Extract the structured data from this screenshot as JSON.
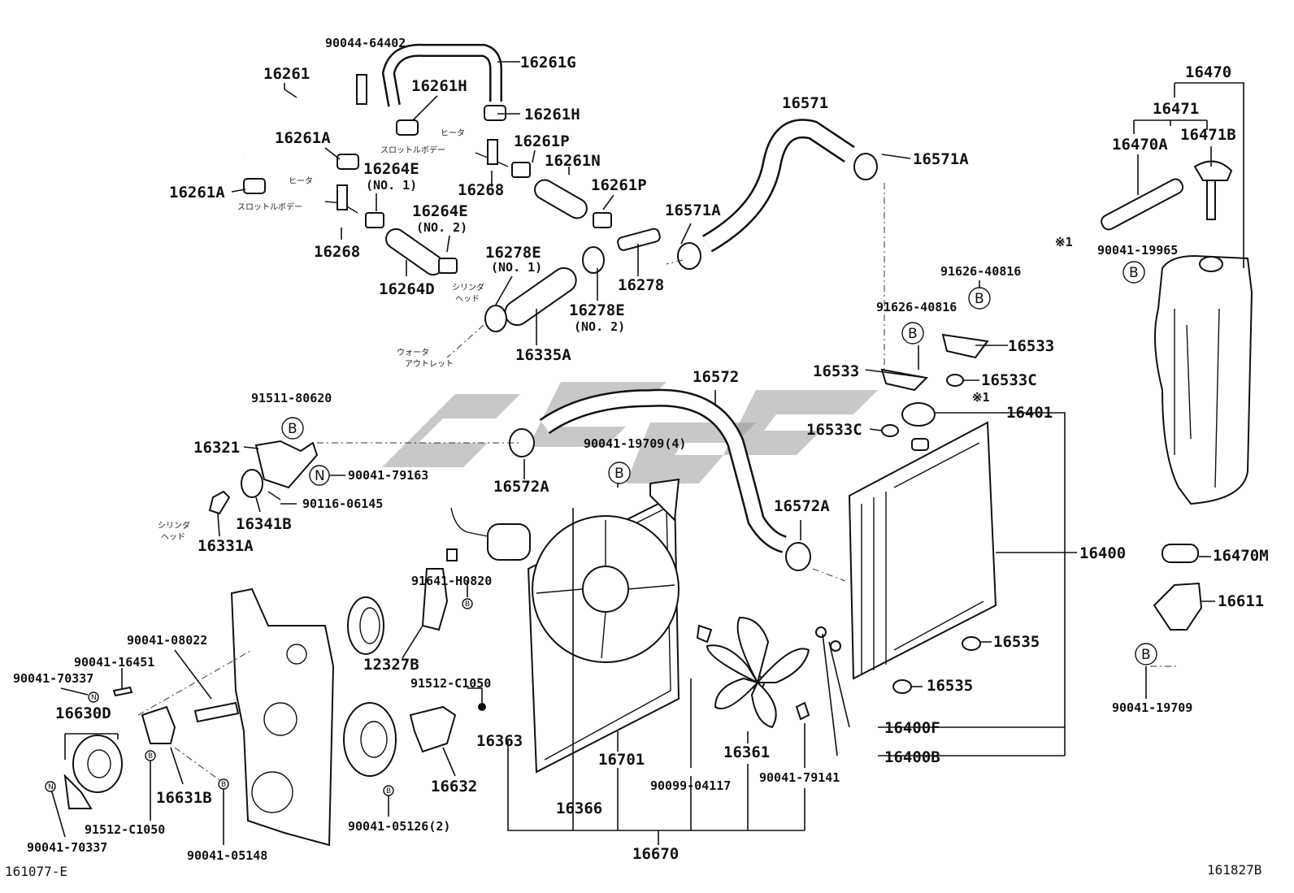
{
  "labels": {
    "p90044_64402": "90044-64402",
    "p16261G": "16261G",
    "p16261": "16261",
    "p16261H_a": "16261H",
    "p16261H_b": "16261H",
    "p16261A_a": "16261A",
    "p16261A_b": "16261A",
    "p16264E_1": "16264E",
    "no1_a": "(NO. 1)",
    "p16264E_2": "16264E",
    "no2_a": "(NO. 2)",
    "p16268_a": "16268",
    "p16268_b": "16268",
    "p16261P_a": "16261P",
    "p16261P_b": "16261P",
    "p16261N": "16261N",
    "p16264D": "16264D",
    "p16278E_1": "16278E",
    "no1_b": "(NO. 1)",
    "p16278E_2": "16278E",
    "no2_b": "(NO. 2)",
    "p16278": "16278",
    "p16335A": "16335A",
    "p16571": "16571",
    "p16571A_a": "16571A",
    "p16571A_b": "16571A",
    "p16470": "16470",
    "p16471": "16471",
    "p16470A": "16470A",
    "p16471B": "16471B",
    "p90041_19965": "90041-19965",
    "note1_a": "※1",
    "p91626_40816_a": "91626-40816",
    "p91626_40816_b": "91626-40816",
    "p16533_a": "16533",
    "p16533_b": "16533",
    "p16533C_a": "16533C",
    "p16533C_b": "16533C",
    "note1_b": "※1",
    "p16401": "16401",
    "p16572": "16572",
    "p16572A_a": "16572A",
    "p16572A_b": "16572A",
    "p90041_19709_4": "90041-19709(4)",
    "p91511_80620": "91511-80620",
    "p16321": "16321",
    "p90041_79163": "90041-79163",
    "p90116_06145": "90116-06145",
    "p16341B": "16341B",
    "p16331A": "16331A",
    "p16400": "16400",
    "p16470M": "16470M",
    "p16611": "16611",
    "p91641_H0820": "91641-H0820",
    "p12327B": "12327B",
    "p91512_C1050_a": "91512-C1050",
    "p16535_a": "16535",
    "p16535_b": "16535",
    "p90041_19709": "90041-19709",
    "p90041_08022": "90041-08022",
    "p90041_16451": "90041-16451",
    "p90041_70337_a": "90041-70337",
    "p16630D": "16630D",
    "p16631B": "16631B",
    "p91512_C1050_b": "91512-C1050",
    "p90041_70337_b": "90041-70337",
    "p90041_05148": "90041-05148",
    "p16632": "16632",
    "p90041_05126_2": "90041-05126(2)",
    "p16363": "16363",
    "p16701": "16701",
    "p16361": "16361",
    "p16400F": "16400F",
    "p16400B": "16400B",
    "p90099_04117": "90099-04117",
    "p90041_79141": "90041-79141",
    "p16366": "16366",
    "p16670": "16670",
    "code_left": "161077-E",
    "code_right": "161827B"
  },
  "jp_notes": {
    "heater_a": "ヒータ",
    "throttle_a": "スロットルボデー",
    "heater_b": "ヒータ",
    "throttle_b": "スロットルボデー",
    "cyl_head_a1": "シリンダ",
    "cyl_head_a2": "ヘッド",
    "water_outlet_1": "ウォータ",
    "water_outlet_2": "アウトレット",
    "cyl_head_b1": "シリンダ",
    "cyl_head_b2": "ヘッド"
  },
  "ref_marks": {
    "b": "B",
    "n": "N"
  },
  "colors": {
    "line": "#111111",
    "watermark": "#9a9a9a",
    "background": "#ffffff"
  }
}
